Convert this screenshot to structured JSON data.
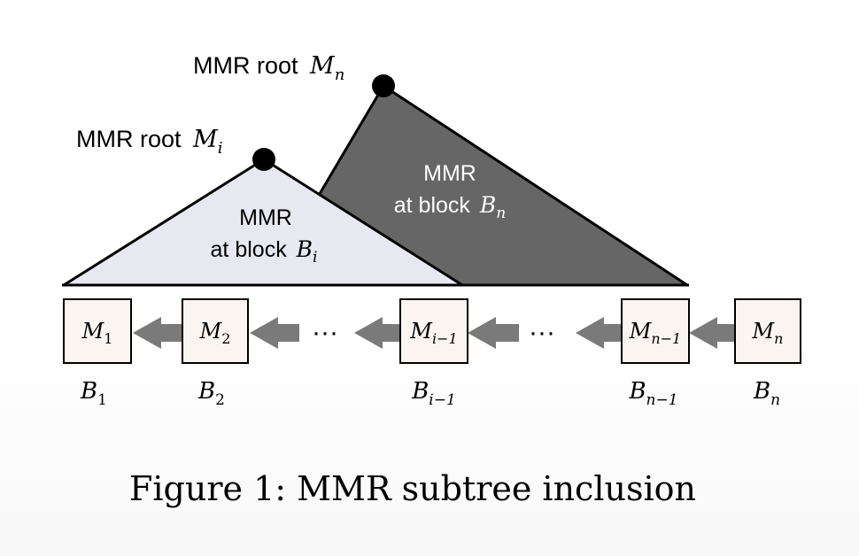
{
  "roots": {
    "outer": {
      "label": "MMR root",
      "symbol": "M",
      "subscript": "n"
    },
    "inner": {
      "label": "MMR root",
      "symbol": "M",
      "subscript": "i"
    }
  },
  "triangles": {
    "outer": {
      "line1": "MMR",
      "line2": "at block",
      "symbol": "B",
      "subscript": "n"
    },
    "inner": {
      "line1": "MMR",
      "line2": "at block",
      "symbol": "B",
      "subscript": "i"
    }
  },
  "blocks": [
    {
      "symbol": "M",
      "subscript": "1",
      "block_symbol": "B",
      "block_subscript": "1"
    },
    {
      "symbol": "M",
      "subscript": "2",
      "block_symbol": "B",
      "block_subscript": "2"
    },
    {
      "symbol": "M",
      "subscript": "i−1",
      "block_symbol": "B",
      "block_subscript": "i−1"
    },
    {
      "symbol": "M",
      "subscript": "n−1",
      "block_symbol": "B",
      "block_subscript": "n−1"
    },
    {
      "symbol": "M",
      "subscript": "n",
      "block_symbol": "B",
      "block_subscript": "n"
    }
  ],
  "ellipsis": "···",
  "caption": "Figure 1: MMR subtree inclusion",
  "colors": {
    "outer_fill": "#666666",
    "inner_fill": "#e8e8f0",
    "block_fill": "#fbf5f2",
    "arrow_fill": "#7a7a7a",
    "stroke": "#000000"
  }
}
